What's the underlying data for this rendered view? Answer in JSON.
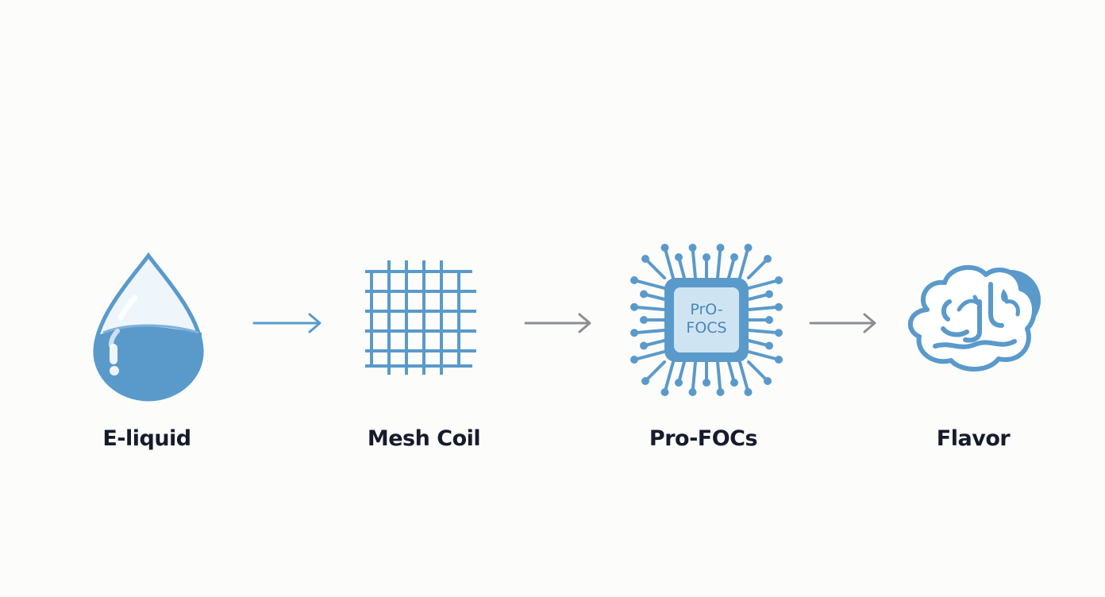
{
  "steps": [
    {
      "label": "E-liquid",
      "icon": "droplet-icon"
    },
    {
      "label": "Mesh Coil",
      "icon": "mesh-grid-icon"
    },
    {
      "label": "Pro-FOCs",
      "icon": "chip-icon"
    },
    {
      "label": "Flavor",
      "icon": "cloud-icon"
    }
  ],
  "chip": {
    "line1": "PrO-",
    "line2": "FOCS"
  },
  "colors": {
    "primary": "#5a9acb",
    "primary_light": "#9cc6e4",
    "chip_fill": "#cfe4f3",
    "arrow_blue": "#5a9acb",
    "arrow_gray": "#8b8e93",
    "label": "#161b2c",
    "background": "#fcfcfb"
  }
}
